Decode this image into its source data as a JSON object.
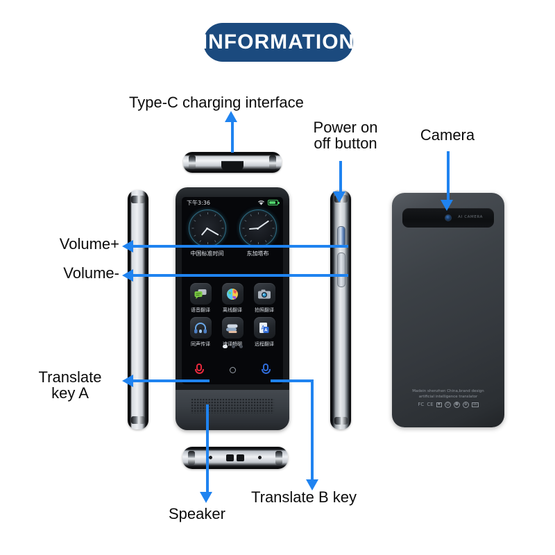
{
  "header": {
    "title": "INFORMATION",
    "banner_color": "#1b4a7e",
    "accent_color": "#1f83f0"
  },
  "callouts": [
    {
      "id": "type-c",
      "label": "Type-C charging interface",
      "arrow": "up"
    },
    {
      "id": "power",
      "label": "Power on\noff button",
      "arrow": "down"
    },
    {
      "id": "camera",
      "label": "Camera",
      "arrow": "down"
    },
    {
      "id": "volume-up",
      "label": "Volume+",
      "arrow": "right"
    },
    {
      "id": "volume-down",
      "label": "Volume-",
      "arrow": "right"
    },
    {
      "id": "translate-a",
      "label": "Translate\nkey A",
      "arrow": "right"
    },
    {
      "id": "speaker",
      "label": "Speaker",
      "arrow": "down"
    },
    {
      "id": "translate-b",
      "label": "Translate B key",
      "arrow": "up"
    }
  ],
  "labels": {
    "type_c": "Type-C charging interface",
    "power": "Power on\noff button",
    "camera": "Camera",
    "volume_up": "Volume+",
    "volume_down": "Volume-",
    "translate_a": "Translate\nkey A",
    "speaker": "Speaker",
    "translate_b": "Translate B key"
  },
  "device_screen": {
    "status_bar": {
      "time": "下午3:36",
      "wifi_icon": "wifi-icon",
      "battery_icon": "battery-icon"
    },
    "clocks": [
      {
        "label": "中国标准时间",
        "hour": 7,
        "minute": 20
      },
      {
        "label": "东加塔布",
        "hour": 2,
        "minute": 10
      }
    ],
    "apps": [
      {
        "label": "语音翻译",
        "icon": "speech-bubbles-icon",
        "glyph": "💬"
      },
      {
        "label": "离线翻译",
        "icon": "globe-offline-icon",
        "glyph": "🌏"
      },
      {
        "label": "拍照翻译",
        "icon": "camera-icon",
        "glyph": "📷"
      },
      {
        "label": "同声传译",
        "icon": "headset-icon",
        "glyph": "🎧"
      },
      {
        "label": "速译畅聊",
        "icon": "chat-hands-icon",
        "glyph": "🗣"
      },
      {
        "label": "远程翻译",
        "icon": "document-a-icon",
        "glyph": "📄"
      }
    ],
    "page_dots": {
      "count": 3,
      "active_index": 0
    },
    "nav_bar": [
      {
        "name": "mic-button-red",
        "icon": "microphone-icon",
        "color": "#e8293d"
      },
      {
        "name": "home-button",
        "icon": "circle-home-icon",
        "color": "#9aa1aa"
      },
      {
        "name": "mic-button-blue",
        "icon": "microphone-icon",
        "color": "#2f6bd8"
      }
    ]
  },
  "device_back": {
    "camera_bar_text": "AI CAMERA",
    "brand_line_1": "Madein shenzhen China,brand design",
    "brand_line_2": "artificial intelligence translator",
    "certifications": [
      "FC",
      "CE",
      "X",
      "C",
      "W",
      "X",
      "Z"
    ]
  },
  "device_views": {
    "top_edge": {
      "name": "top-edge-view",
      "port": "usb-c-port"
    },
    "left_side": {
      "name": "left-side-view"
    },
    "right_side": {
      "name": "right-side-view",
      "buttons": [
        "power-button",
        "volume-rocker"
      ]
    },
    "bottom_edge": {
      "name": "bottom-edge-view",
      "features": [
        "mic-hole",
        "translate-key-b",
        "mic-hole"
      ]
    },
    "front": {
      "name": "phone-front-view"
    },
    "back": {
      "name": "phone-back-view"
    }
  }
}
